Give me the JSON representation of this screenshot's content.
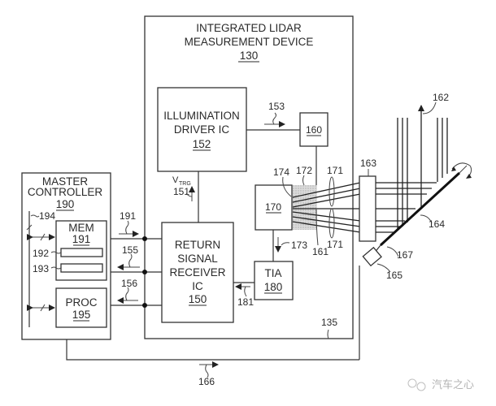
{
  "blocks": {
    "device": {
      "line1": "INTEGRATED LIDAR",
      "line2": "MEASUREMENT DEVICE",
      "ref": "130"
    },
    "illum": {
      "line1": "ILLUMINATION",
      "line2": "DRIVER IC",
      "ref": "152"
    },
    "emitter": {
      "ref": "160"
    },
    "detector": {
      "ref": "170"
    },
    "tia": {
      "line1": "TIA",
      "ref": "180"
    },
    "receiver": {
      "line1": "RETURN",
      "line2": "SIGNAL",
      "line3": "RECEIVER",
      "line4": "IC",
      "ref": "150"
    },
    "master": {
      "line1": "MASTER",
      "line2": "CONTROLLER",
      "ref": "190"
    },
    "mem": {
      "line1": "MEM",
      "ref": "191"
    },
    "proc": {
      "line1": "PROC",
      "ref": "195"
    }
  },
  "labels": {
    "l153": "153",
    "vtrg_main": "V",
    "vtrg_sub": "TRG",
    "l151": "151",
    "l174": "174",
    "l172": "172",
    "l171a": "171",
    "l171b": "171",
    "l161": "161",
    "l173": "173",
    "l181": "181",
    "l163": "163",
    "l162": "162",
    "l164": "164",
    "l167": "167",
    "l165": "165",
    "l135": "135",
    "l166": "166",
    "l194": "194",
    "l192": "192",
    "l193": "193",
    "l191": "191",
    "l155": "155",
    "l156": "156"
  },
  "watermark": {
    "text": "汽车之心"
  }
}
